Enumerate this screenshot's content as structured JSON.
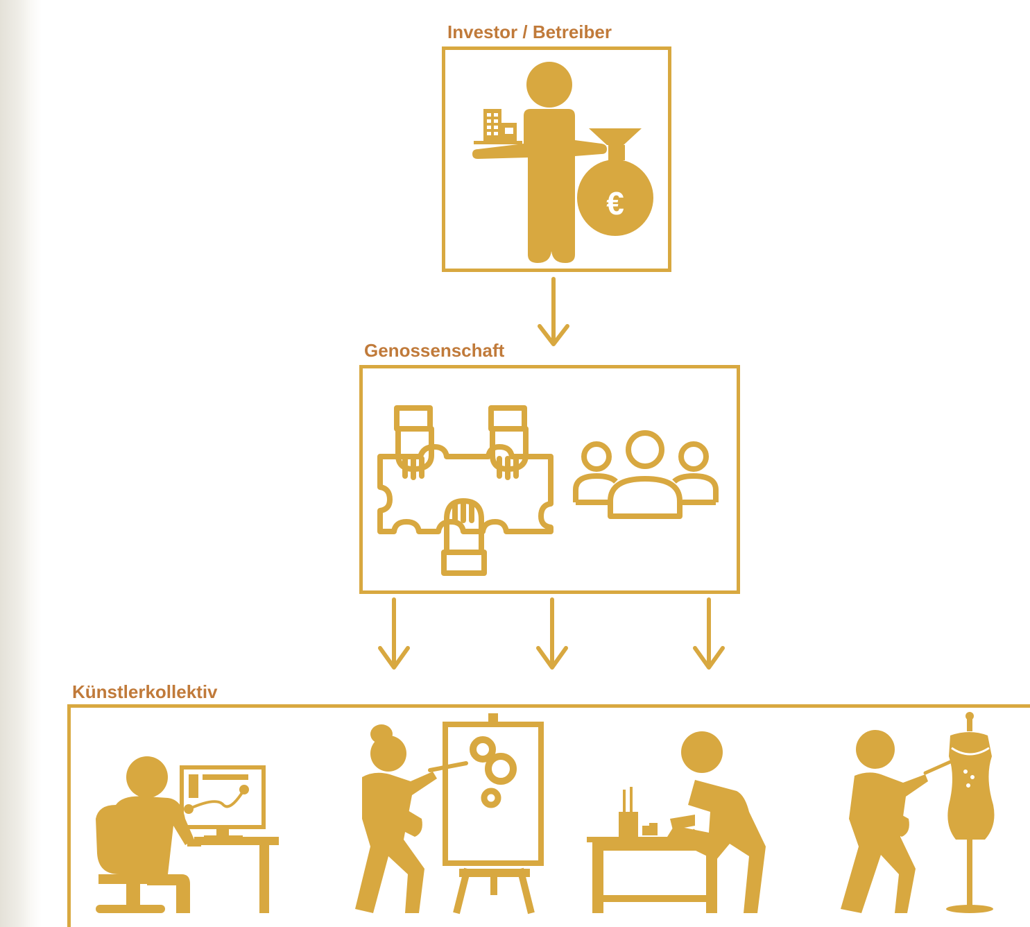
{
  "colors": {
    "gold": "#d8a840",
    "label": "#c07a3a"
  },
  "levels": {
    "investor": {
      "label": "Investor / Betreiber",
      "icons": [
        "investor-person-icon",
        "building-icon",
        "money-bag-icon"
      ],
      "currency_symbol": "€"
    },
    "cooperative": {
      "label": "Genossenschaft",
      "icons": [
        "puzzle-hands-icon",
        "group-people-icon"
      ]
    },
    "collective": {
      "label": "Künstlerkollektiv",
      "icons": [
        "designer-at-computer-icon",
        "painter-at-easel-icon",
        "craftsman-at-table-icon",
        "tailor-with-mannequin-icon"
      ]
    }
  }
}
